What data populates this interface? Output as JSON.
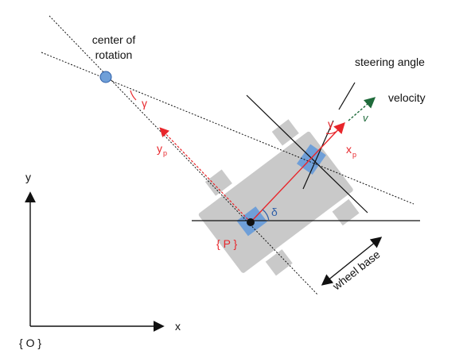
{
  "labels": {
    "center_of_rotation_line1": "center of",
    "center_of_rotation_line2": "rotation",
    "steering_angle": "steering angle",
    "velocity": "velocity",
    "v": "v",
    "gamma_rotation": "γ",
    "gamma_wheel": "γ",
    "y_p": "y",
    "y_p_sub": "p",
    "x_p": "x",
    "x_p_sub": "p",
    "delta": "δ",
    "p_frame": "{ P }",
    "wheel_base": "wheel base",
    "y_axis": "y",
    "x_axis": "x",
    "o_frame": "{ O }"
  },
  "colors": {
    "body": "#c9c9c9",
    "wheel": "#c9c9c9",
    "blue_block": "#6f9fd8",
    "red": "#e8262b",
    "velocity": "#1f6b3b",
    "axis": "#111111"
  }
}
